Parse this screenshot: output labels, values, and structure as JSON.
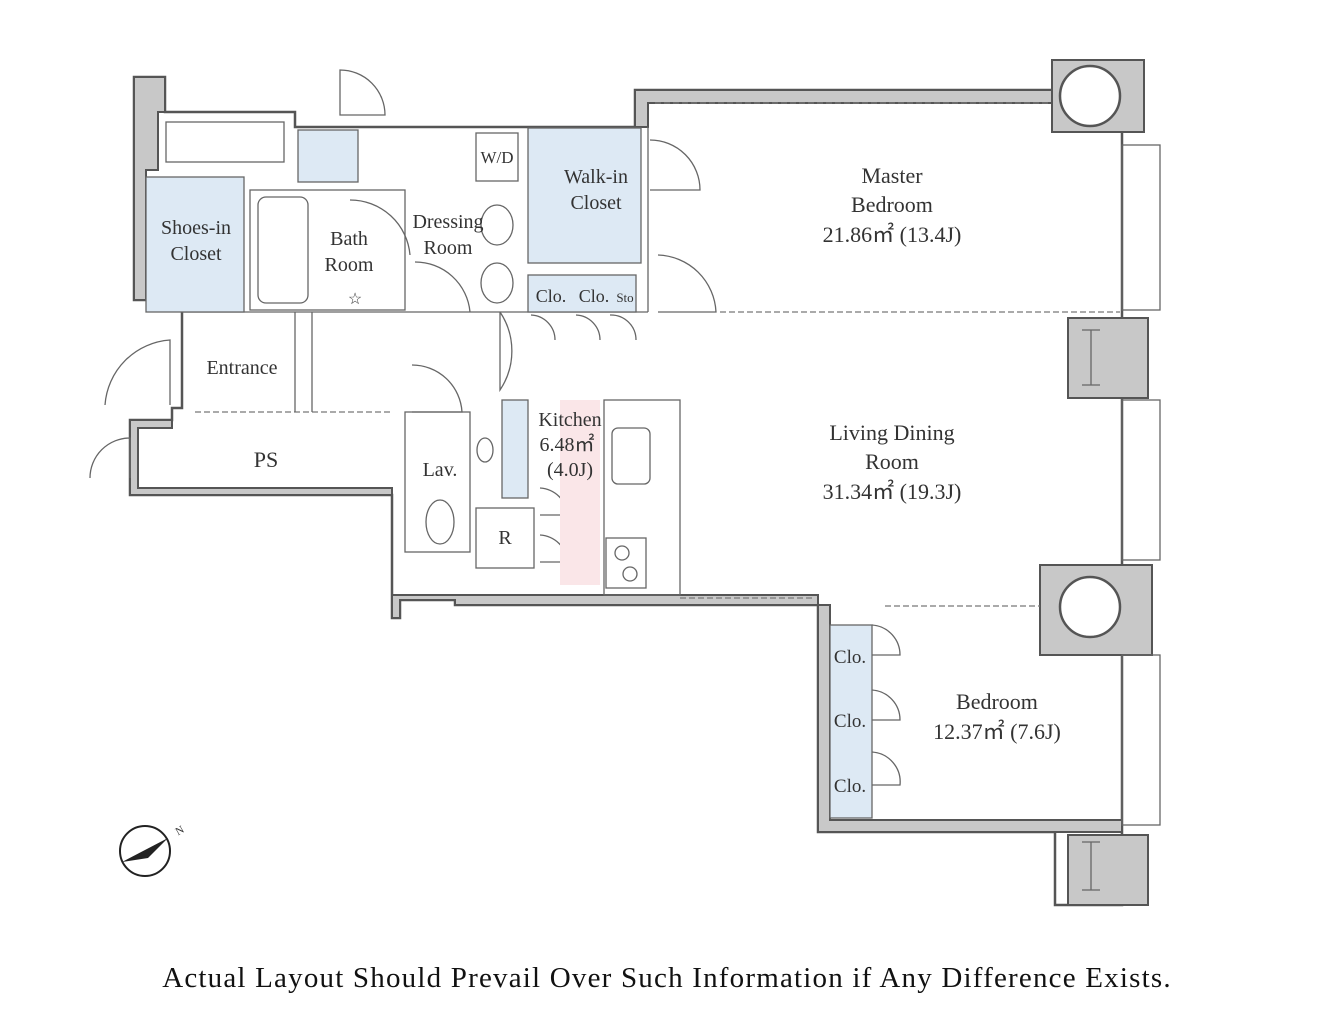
{
  "rooms": {
    "master_bedroom": {
      "name_line1": "Master",
      "name_line2": "Bedroom",
      "area": "21.86㎡ (13.4J)"
    },
    "living_dining": {
      "name_line1": "Living Dining",
      "name_line2": "Room",
      "area": "31.34㎡ (19.3J)"
    },
    "bedroom": {
      "name": "Bedroom",
      "area": "12.37㎡ (7.6J)"
    },
    "kitchen": {
      "name": "Kitchen",
      "area_line1": "6.48㎡",
      "area_line2": "(4.0J)"
    },
    "walk_in_closet": {
      "line1": "Walk-in",
      "line2": "Closet"
    },
    "shoes_in_closet": {
      "line1": "Shoes-in",
      "line2": "Closet"
    },
    "bath_room": {
      "line1": "Bath",
      "line2": "Room"
    },
    "dressing_room": {
      "line1": "Dressing",
      "line2": "Room"
    },
    "entrance": "Entrance",
    "ps": "PS",
    "lav": "Lav.",
    "refrigerator": "R",
    "washer_dryer": "W/D",
    "closets": {
      "clo_1": "Clo.",
      "clo_2": "Clo.",
      "sto": "Sto",
      "bed_clo_1": "Clo.",
      "bed_clo_2": "Clo.",
      "bed_clo_3": "Clo."
    }
  },
  "compass": {
    "north_label": "N"
  },
  "colors": {
    "storage": "#dde9f4",
    "living_dining": "#fae6e8",
    "wall": "#c8c8c8"
  },
  "disclaimer": "Actual Layout Should Prevail Over Such Information if Any Difference Exists."
}
